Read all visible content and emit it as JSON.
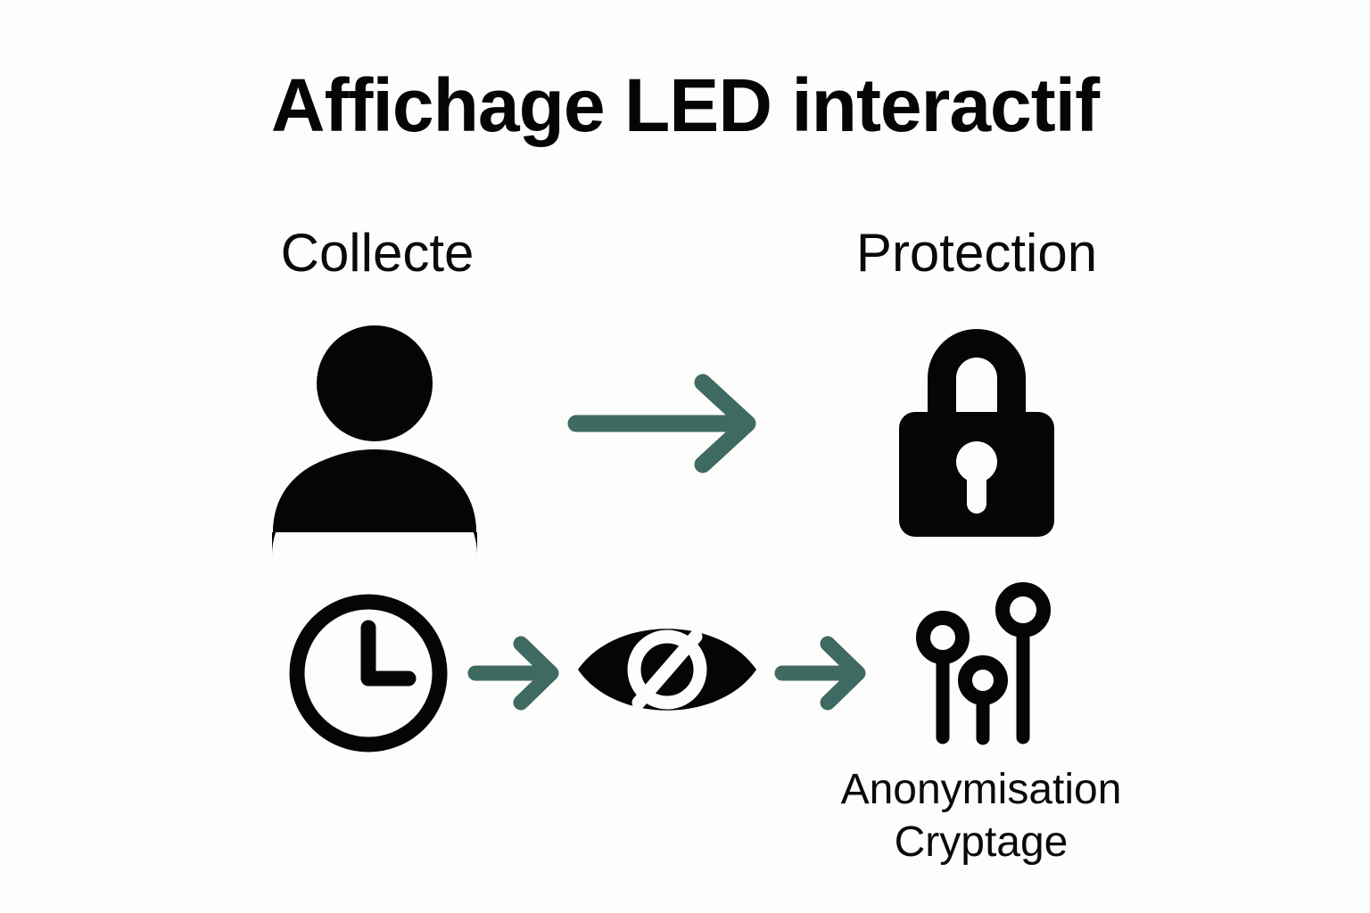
{
  "page": {
    "title": "Affichage LED interactif",
    "background_color": "#fdfdfb",
    "ink_color": "#050505",
    "accent_color": "#3f6a61"
  },
  "flow": {
    "top_row": {
      "source_label": "Collecte",
      "target_label": "Protection",
      "source_icon": "person-icon",
      "target_icon": "lock-icon",
      "connector_icon": "arrow-right-icon"
    },
    "bottom_row": {
      "caption_line_1": "Anonymisation",
      "caption_line_2": "Cryptage",
      "step_icons": [
        "clock-icon",
        "eye-slash-icon",
        "nodes-icon"
      ],
      "connector_icon": "arrow-right-icon"
    }
  },
  "icons": {
    "person": "person-icon",
    "lock": "lock-icon",
    "clock": "clock-icon",
    "eye_slash": "eye-slash-icon",
    "nodes": "nodes-icon",
    "arrow_right": "arrow-right-icon"
  }
}
